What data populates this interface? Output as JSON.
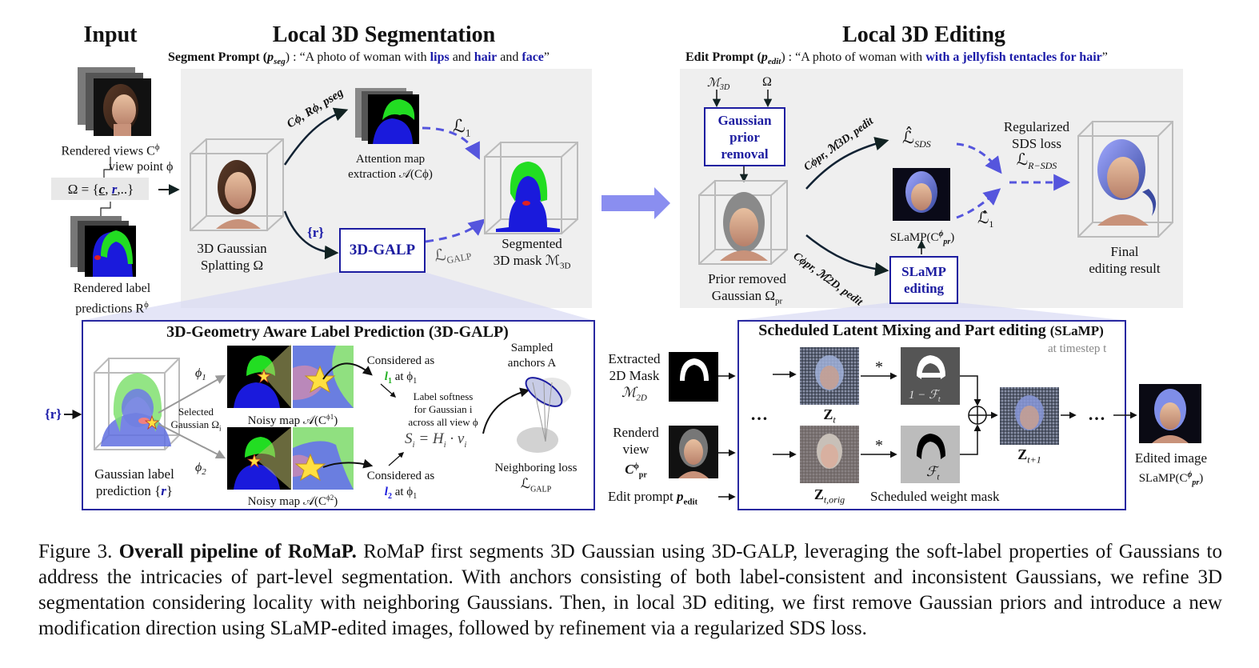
{
  "headers": {
    "input": "Input",
    "seg": "Local 3D Segmentation",
    "edit": "Local 3D Editing"
  },
  "seg_prompt": {
    "lead": "Segment Prompt (",
    "sym": "p",
    "sub": "seg",
    "mid": ") : “A photo of woman with ",
    "k1": "lips",
    "and1": " and ",
    "k2": "hair",
    "and2": " and ",
    "k3": "face",
    "end": "”"
  },
  "edit_prompt": {
    "lead": "Edit Prompt (",
    "sym": "p",
    "sub": "edit",
    "mid": ")  : “A photo of woman with ",
    "k1": "with a jellyfish tentacles for hair",
    "end": "”"
  },
  "input": {
    "rendered_views": "Rendered views C",
    "rendered_views_sup": "ϕ",
    "viewpoint": "view point ϕ",
    "omega": "Ω = {",
    "omega_c": "c",
    "omega_r": "r",
    "omega_rest": ",..}",
    "rendered_label_1": "Rendered label",
    "rendered_label_2": "predictions R",
    "rendered_label_sup": "ϕ"
  },
  "seg": {
    "gs_label_1": "3D Gaussian",
    "gs_label_2": "Splatting Ω",
    "arrow_top": "Cϕ, Rϕ, pseg",
    "attn_1": "Attention map",
    "attn_2": "extraction 𝒜(Cϕ)",
    "l1": "ℒ",
    "l1_sub": "1",
    "r_set": "{r}",
    "galp_btn": "3D-GALP",
    "lgalp": "ℒ",
    "lgalp_sub": "GALP",
    "segmented_1": "Segmented",
    "segmented_2": "3D mask ℳ",
    "segmented_sub": "3D"
  },
  "edit": {
    "m3d": "ℳ",
    "m3d_sub": "3D",
    "omega": "Ω",
    "gpr_btn": "Gaussian prior removal",
    "gpr_l1": "Gaussian",
    "gpr_l2": "prior",
    "gpr_l3": "removal",
    "prior_1": "Prior removed",
    "prior_2": "Gaussian Ω",
    "prior_sub": "pr",
    "arrow_up": "Cϕpr, ℳ3D, pedit",
    "arrow_dn": "Cϕpr, ℳ2D, pedit",
    "lsds": "ℒ̂",
    "lsds_sub": "SDS",
    "slamp_img": "SLaMP(C",
    "slamp_img_sup": "ϕ",
    "slamp_img_sub": "pr",
    "l1hat": "ℒ̂",
    "l1hat_sub": "1",
    "slamp_btn_1": "SLaMP",
    "slamp_btn_2": "editing",
    "reg_1": "Regularized",
    "reg_2": "SDS loss",
    "reg_3": "ℒ",
    "reg_sub": "R−SDS",
    "final_1": "Final",
    "final_2": "editing result"
  },
  "galp": {
    "title": "3D-Geometry Aware Label Prediction (3D-GALP)",
    "r_in": "{r}",
    "phi1": "ϕ",
    "phi1_sub": "1",
    "phi2": "ϕ",
    "phi2_sub": "2",
    "selected_1": "Selected",
    "selected_2": "Gaussian Ω",
    "selected_sub": "i",
    "noisy_1": "Noisy map 𝒜(C",
    "noisy_1_sup": "ϕ1",
    "noisy_2": "Noisy map 𝒜(C",
    "noisy_2_sup": "ϕ2",
    "considered_1a": "Considered as",
    "considered_1b": "l",
    "considered_1b_sub": "1",
    "considered_1c": " at ϕ",
    "considered_1c_sub": "1",
    "considered_2a": "Considered as",
    "considered_2b": "l",
    "considered_2b_sub": "2",
    "considered_2c": " at ϕ",
    "considered_2c_sub": "1",
    "softness_1": "Label softness",
    "softness_2": "for Gaussian i",
    "softness_3": "across all view ϕ",
    "formula": "S",
    "formula_sub": "i",
    "formula_rest": " = H",
    "formula_rest_sub": "i",
    "formula_end": " · v",
    "formula_end_sub": "i",
    "sampled_1": "Sampled",
    "sampled_2": "anchors A",
    "neigh_1": "Neighboring loss",
    "neigh_2": "ℒ",
    "neigh_sub": "GALP",
    "gauss_pred_1": "Gaussian label",
    "gauss_pred_2": "prediction {",
    "gauss_pred_r": "r",
    "gauss_pred_end": "}"
  },
  "slamp": {
    "title": "Scheduled Latent Mixing and Part editing",
    "title_abbr": "(SLaMP)",
    "timestep": "at timestep t",
    "extracted_1": "Extracted",
    "extracted_2": "2D Mask",
    "extracted_3": "ℳ",
    "extracted_sub": "2D",
    "renderd_1": "Renderd",
    "renderd_2": "view",
    "renderd_3": "C",
    "renderd_sup": "ϕ",
    "renderd_sub": "pr",
    "edit_prompt": "Edit prompt ",
    "edit_prompt_p": "p",
    "edit_prompt_sub": "edit",
    "dots": "…",
    "zt": "Z",
    "zt_sub": "t",
    "zt_orig": "Z",
    "zt_orig_sub": "t,orig",
    "ztp1": "Z",
    "ztp1_sub": "t+1",
    "star": "*",
    "one_minus_f": "1 − ℱ",
    "one_minus_f_sub": "t",
    "f": "ℱ",
    "f_sub": "t",
    "weight_mask": "Scheduled weight mask",
    "edited_1": "Edited image",
    "edited_2": "SLaMP(C",
    "edited_sup": "ϕ",
    "edited_sub": "pr",
    "edited_end": ")"
  },
  "caption": {
    "fig": "Figure 3.",
    "bold": "Overall pipeline of RoMaP.",
    "text": " RoMaP first segments 3D Gaussian using 3D-GALP, leveraging the soft-label properties of Gaussians to address the intricacies of part-level segmentation. With anchors consisting of both label-consistent and inconsistent Gaussians, we refine 3D segmentation considering locality with neighboring Gaussians. Then, in local 3D editing, we first remove Gaussian priors and introduce a new modification direction using SLaMP-edited images, followed by refinement via a regularized SDS loss."
  },
  "colors": {
    "accent_blue": "#1c1ca0",
    "dash_blue": "#5555dd",
    "mask_blue": "#1a1adc",
    "mask_green": "#22dd22",
    "panel_gray": "#efefef"
  }
}
